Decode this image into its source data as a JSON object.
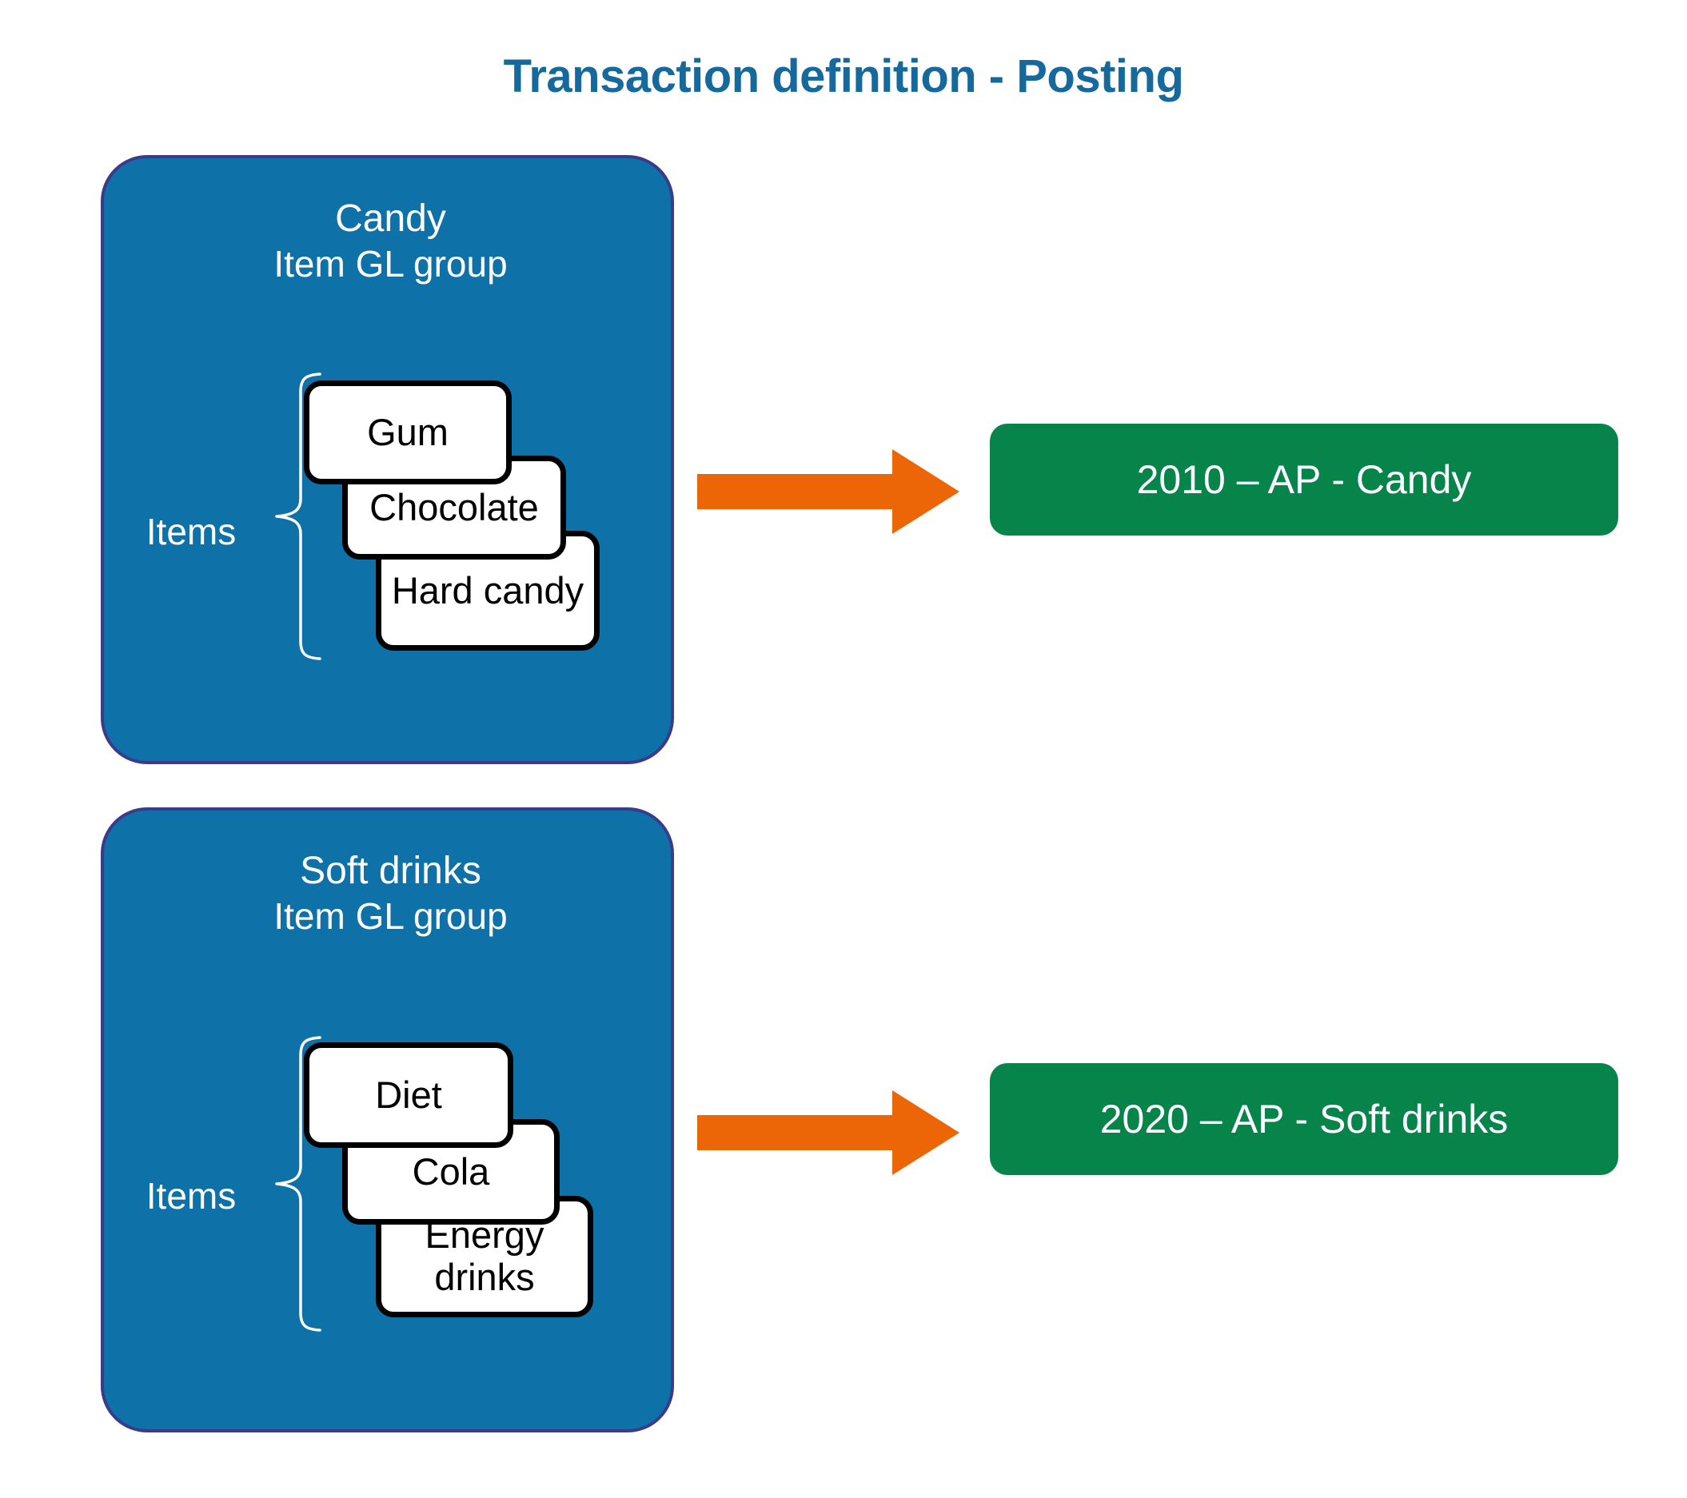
{
  "page": {
    "title": "Transaction definition - Posting",
    "background": "#FFFFFF"
  },
  "colors": {
    "title_blue": "#15699C",
    "group_blue": "#0E71A8",
    "group_border": "#3A3B8A",
    "arrow_orange": "#EC6608",
    "account_green": "#06844A",
    "card_white": "#FFFFFF",
    "card_border": "#000000"
  },
  "groups": [
    {
      "id": "candy",
      "name": "Candy",
      "subtitle": "Item GL group",
      "items_label": "Items",
      "brace_name": "items-brace",
      "items": [
        {
          "label": "Gum"
        },
        {
          "label": "Chocolate"
        },
        {
          "label": "Hard candy"
        }
      ],
      "arrow_name": "posting-arrow",
      "account": "2010 – AP - Candy"
    },
    {
      "id": "soft-drinks",
      "name": "Soft drinks",
      "subtitle": "Item GL group",
      "items_label": "Items",
      "brace_name": "items-brace",
      "items": [
        {
          "label": "Diet"
        },
        {
          "label": "Cola"
        },
        {
          "label": "Energy drinks"
        }
      ],
      "arrow_name": "posting-arrow",
      "account": "2020 – AP - Soft drinks"
    }
  ]
}
